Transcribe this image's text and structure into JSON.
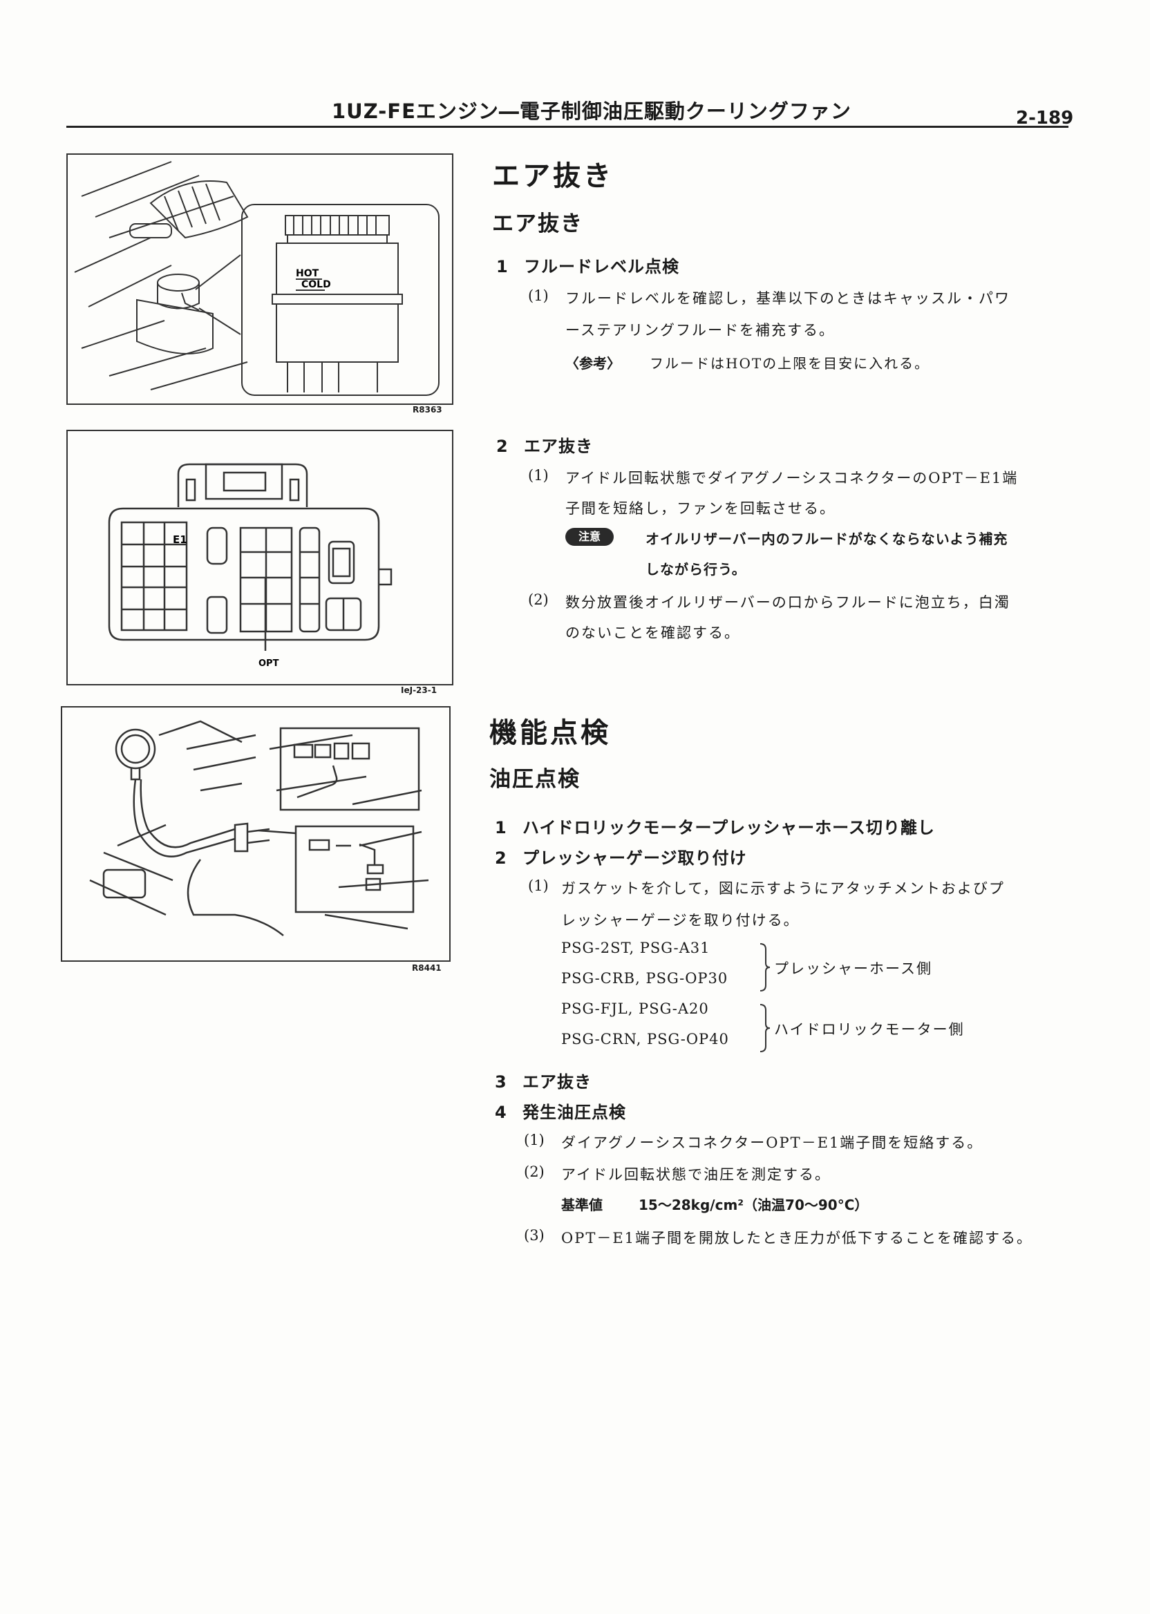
{
  "header": {
    "title": "1UZ-FEエンジン―電子制御油圧駆動クーリングファン",
    "page_number": "2-189"
  },
  "figures": {
    "fig1": {
      "code": "R8363",
      "label_hot": "HOT",
      "label_cold": "COLD"
    },
    "fig2": {
      "code": "IeJ-23-1",
      "label_e1": "E1",
      "label_opt": "OPT"
    },
    "fig3": {
      "code": "R8441"
    }
  },
  "section1": {
    "title": "エア抜き",
    "subtitle": "エア抜き",
    "step1": {
      "num": "1",
      "title": "フルードレベル点検",
      "item1_num": "(1)",
      "item1_line1": "フルードレベルを確認し，基準以下のときはキャッスル・パワ",
      "item1_line2": "ーステアリングフルードを補充する。",
      "note_label": "〈参考〉",
      "note_text": "フルードはHOTの上限を目安に入れる。"
    },
    "step2": {
      "num": "2",
      "title": "エア抜き",
      "item1_num": "(1)",
      "item1_line1": "アイドル回転状態でダイアグノーシスコネクターのOPT－E1端",
      "item1_line2": "子間を短絡し，ファンを回転させる。",
      "caution_label": "注意",
      "caution_line1": "オイルリザーバー内のフルードがなくならないよう補充",
      "caution_line2": "しながら行う。",
      "item2_num": "(2)",
      "item2_line1": "数分放置後オイルリザーバーの口からフルードに泡立ち，白濁",
      "item2_line2": "のないことを確認する。"
    }
  },
  "section2": {
    "title": "機能点検",
    "subtitle": "油圧点検",
    "step1": {
      "num": "1",
      "title": "ハイドロリックモータープレッシャーホース切り離し"
    },
    "step2": {
      "num": "2",
      "title": "プレッシャーゲージ取り付け",
      "item1_num": "(1)",
      "item1_line1": "ガスケットを介して，図に示すようにアタッチメントおよびプ",
      "item1_line2": "レッシャーゲージを取り付ける。",
      "group1": {
        "line1": "PSG-2ST, PSG-A31",
        "line2": "PSG-CRB, PSG-OP30",
        "label": "プレッシャーホース側"
      },
      "group2": {
        "line1": "PSG-FJL, PSG-A20",
        "line2": "PSG-CRN, PSG-OP40",
        "label": "ハイドロリックモーター側"
      }
    },
    "step3": {
      "num": "3",
      "title": "エア抜き"
    },
    "step4": {
      "num": "4",
      "title": "発生油圧点検",
      "item1_num": "(1)",
      "item1_text": "ダイアグノーシスコネクターOPT－E1端子間を短絡する。",
      "item2_num": "(2)",
      "item2_text": "アイドル回転状態で油圧を測定する。",
      "standard_label": "基準値",
      "standard_value": "15〜28kg/cm²（油温70〜90°C）",
      "item3_num": "(3)",
      "item3_text": "OPT－E1端子間を開放したとき圧力が低下することを確認する。"
    }
  }
}
